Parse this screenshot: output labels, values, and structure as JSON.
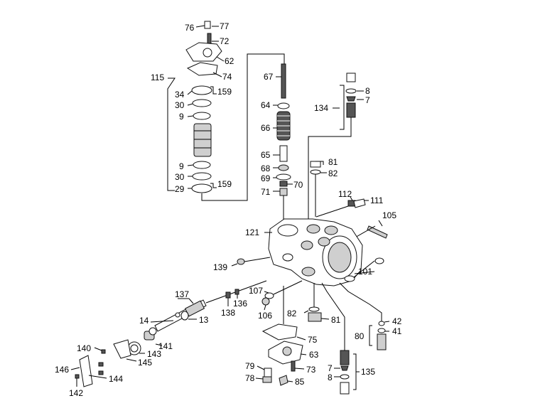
{
  "labels": {
    "p76": "76",
    "p77": "77",
    "p72": "72",
    "p62": "62",
    "p74": "74",
    "p115": "115",
    "p34": "34",
    "p159a": "159",
    "p30a": "30",
    "p9a": "9",
    "p9b": "9",
    "p30b": "30",
    "p29": "29",
    "p159b": "159",
    "p67": "67",
    "p64": "64",
    "p66": "66",
    "p65": "65",
    "p68": "68",
    "p69": "69",
    "p70": "70",
    "p71": "71",
    "p8a": "8",
    "p7a": "7",
    "p134": "134",
    "p81a": "81",
    "p82a": "82",
    "p112": "112",
    "p111": "111",
    "p105": "105",
    "p121": "121",
    "p139": "139",
    "p101": "101",
    "p137": "137",
    "p107": "107",
    "p138": "138",
    "p136": "136",
    "p106": "106",
    "p82b": "82",
    "p81b": "81",
    "p14": "14",
    "p13": "13",
    "p141": "141",
    "p140": "140",
    "p143": "143",
    "p145": "145",
    "p75": "75",
    "p42": "42",
    "p41": "41",
    "p80": "80",
    "p63": "63",
    "p79": "79",
    "p73": "73",
    "p78": "78",
    "p85": "85",
    "p7b": "7",
    "p8b": "8",
    "p135": "135",
    "p146": "146",
    "p144": "144",
    "p142": "142"
  }
}
